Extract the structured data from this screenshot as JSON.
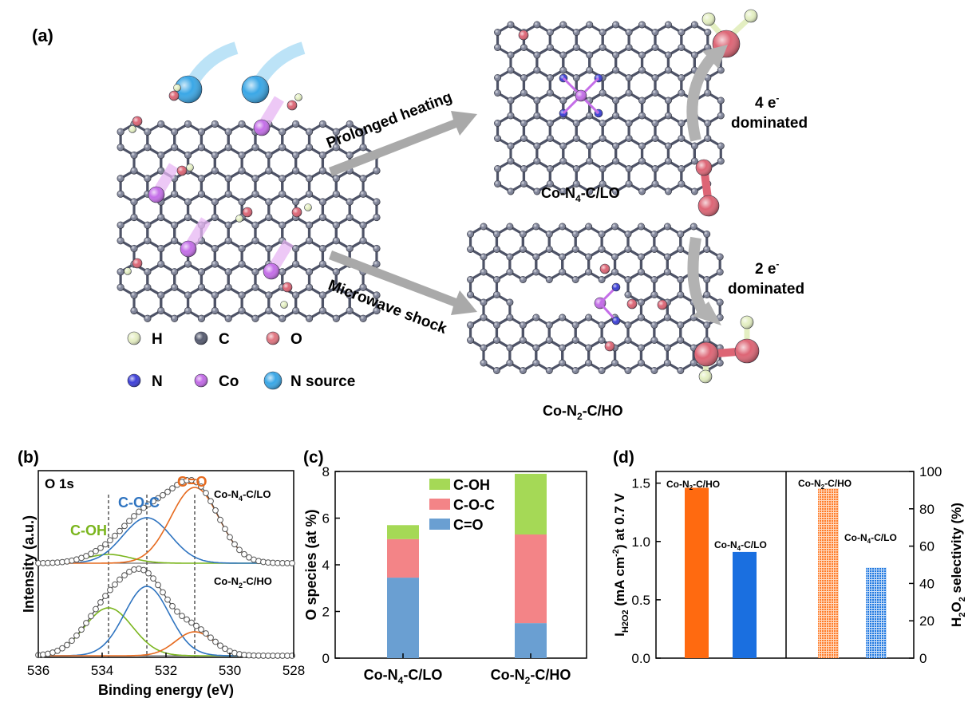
{
  "panel_a": {
    "label": "(a)",
    "arrow_top": "Prolonged heating",
    "arrow_bottom": "Microwave shock",
    "product_top": {
      "main": "Co-N",
      "sub": "4",
      "tail": "-C/LO"
    },
    "product_bottom": {
      "main": "Co-N",
      "sub": "2",
      "tail": "-C/HO"
    },
    "path_top": {
      "line1": "4 e",
      "sup": "-",
      "line2": "dominated"
    },
    "path_bottom": {
      "line1": "2 e",
      "sup": "-",
      "line2": "dominated"
    },
    "legend": [
      {
        "label": "H",
        "color": "#e6efc4"
      },
      {
        "label": "C",
        "color": "#565b70"
      },
      {
        "label": "O",
        "color": "#e07580"
      },
      {
        "label": "N",
        "color": "#3d3fd8"
      },
      {
        "label": "Co",
        "color": "#c26be6"
      },
      {
        "label": "N source",
        "color": "#3aa7e6"
      }
    ],
    "colors": {
      "carbon": "#4e5367",
      "carbon_light": "#7d8298",
      "nitrogen": "#3b3fd6",
      "cobalt": "#c46ee8",
      "oxygen": "#dd6575",
      "hydrogen": "#e4efc2",
      "arrow": "#a9a9a9"
    }
  },
  "chart_data": [
    {
      "panel": "(b)",
      "type": "line",
      "title": "O 1s",
      "xlabel": "Binding energy (eV)",
      "ylabel": "Intensity (a.u.)",
      "xlim": [
        536,
        528
      ],
      "xticks": [
        536,
        534,
        532,
        530,
        528
      ],
      "x_reversed": true,
      "annotations": {
        "c_oh": "C-OH",
        "c_o_c": "C-O-C",
        "c_eq_o": "C=O"
      },
      "annotation_colors": {
        "c_oh": "#7ab51d",
        "c_o_c": "#2f74c0",
        "c_eq_o": "#e66a1e"
      },
      "reference_lines_eV": [
        533.8,
        532.6,
        531.1
      ],
      "spectra": [
        {
          "label": {
            "main": "Co-N",
            "sub": "4",
            "tail": "-C/LO"
          },
          "components": [
            {
              "name": "C-OH",
              "center": 533.8,
              "height": 0.11,
              "width": 0.7,
              "color": "#7ab51d"
            },
            {
              "name": "C-O-C",
              "center": 532.6,
              "height": 0.57,
              "width": 0.75,
              "color": "#2f74c0"
            },
            {
              "name": "C=O",
              "center": 531.1,
              "height": 0.95,
              "width": 0.75,
              "color": "#e66a1e"
            }
          ]
        },
        {
          "label": {
            "main": "Co-N",
            "sub": "2",
            "tail": "-C/HO"
          },
          "components": [
            {
              "name": "C-OH",
              "center": 533.8,
              "height": 0.6,
              "width": 0.75,
              "color": "#7ab51d"
            },
            {
              "name": "C-O-C",
              "center": 532.6,
              "height": 0.87,
              "width": 0.7,
              "color": "#2f74c0"
            },
            {
              "name": "C=O",
              "center": 531.1,
              "height": 0.3,
              "width": 0.6,
              "color": "#e66a1e"
            }
          ]
        }
      ]
    },
    {
      "panel": "(c)",
      "type": "bar",
      "stacked": true,
      "categories": [
        {
          "main": "Co-N",
          "sub": "4",
          "tail": "-C/LO"
        },
        {
          "main": "Co-N",
          "sub": "2",
          "tail": "-C/HO"
        }
      ],
      "series": [
        {
          "name": "C=O",
          "values": [
            3.45,
            1.5
          ],
          "color": "#6a9fd2"
        },
        {
          "name": "C-O-C",
          "values": [
            1.65,
            3.8
          ],
          "color": "#f38487"
        },
        {
          "name": "C-OH",
          "values": [
            0.6,
            2.6
          ],
          "color": "#a5d956"
        }
      ],
      "ylabel": "O species (at %)",
      "ylim": [
        0,
        8
      ],
      "yticks": [
        0,
        2,
        4,
        6,
        8
      ],
      "legend": "top-right"
    },
    {
      "panel": "(d)",
      "type": "bar",
      "ylabel_left": {
        "pre": "I",
        "sub": "H2O2",
        "post": " (mA cm",
        "sup": "-2",
        "tail": ") at 0.7 V"
      },
      "ylabel_right": {
        "pre": "H",
        "sub1": "2",
        "mid": "O",
        "sub2": "2",
        "tail": " selectivity (%)"
      },
      "ylim_left": [
        0,
        1.6
      ],
      "yticks_left": [
        0.0,
        0.5,
        1.0,
        1.5
      ],
      "ylim_right": [
        0,
        100
      ],
      "yticks_right": [
        0,
        20,
        40,
        60,
        80,
        100
      ],
      "current": [
        {
          "label": {
            "main": "Co-N",
            "sub": "2",
            "tail": "-C/HO"
          },
          "value": 1.46,
          "color": "#ff6a10"
        },
        {
          "label": {
            "main": "Co-N",
            "sub": "4",
            "tail": "-C/LO"
          },
          "value": 0.91,
          "color": "#1a6fe0"
        }
      ],
      "selectivity": [
        {
          "label": {
            "main": "Co-N",
            "sub": "2",
            "tail": "-C/HO"
          },
          "value": 91,
          "color": "#ff7b28"
        },
        {
          "label": {
            "main": "Co-N",
            "sub": "4",
            "tail": "-C/LO"
          },
          "value": 48.5,
          "color": "#1f78e0"
        }
      ]
    }
  ]
}
